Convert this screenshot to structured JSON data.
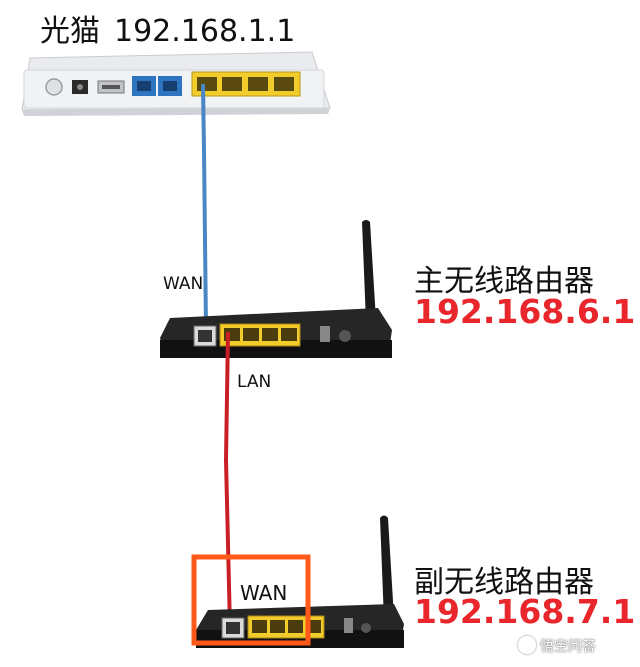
{
  "modem": {
    "name": "光猫",
    "ip": "192.168.1.1"
  },
  "main_router": {
    "name": "主无线路由器",
    "ip": "192.168.6.1"
  },
  "sub_router": {
    "name": "副无线路由器",
    "ip": "192.168.7.1"
  },
  "links": {
    "modem_to_main_port": "WAN",
    "main_to_sub_port": "LAN",
    "sub_port": "WAN"
  },
  "watermark": {
    "text": "悟空问答"
  },
  "colors": {
    "blue_cable": "#4a86c5",
    "red_cable": "#c81e24",
    "highlight_box": "#ff5a1a",
    "ip_red": "#e8262b",
    "lan_port_yellow": "#f2cc2a",
    "phone_port_blue": "#2f74c0"
  }
}
